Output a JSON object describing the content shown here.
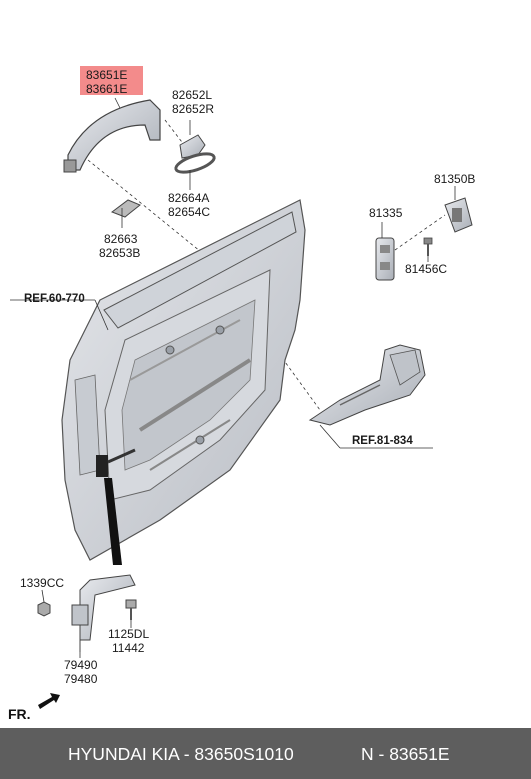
{
  "highlight_color": "#f06e6e",
  "labels": {
    "handle_a": "83651E",
    "handle_b": "83661E",
    "cover_a": "82652L",
    "cover_b": "82652R",
    "gasket_a": "82664A",
    "gasket_b": "82654C",
    "pad_a": "82663",
    "pad_b": "82653B",
    "striker_a": "81350B",
    "striker_plate": "81335",
    "bolt": "81456C",
    "ref_door": "REF.60-770",
    "ref_latch": "REF.81-834",
    "nut": "1339CC",
    "checker_bolt_a": "1125DL",
    "checker_bolt_b": "11442",
    "checker_a": "79490",
    "checker_b": "79480"
  },
  "direction": "FR.",
  "footer": {
    "brand": "HYUNDAI  KIA - 83650S1010",
    "part": "N - 83651E"
  }
}
